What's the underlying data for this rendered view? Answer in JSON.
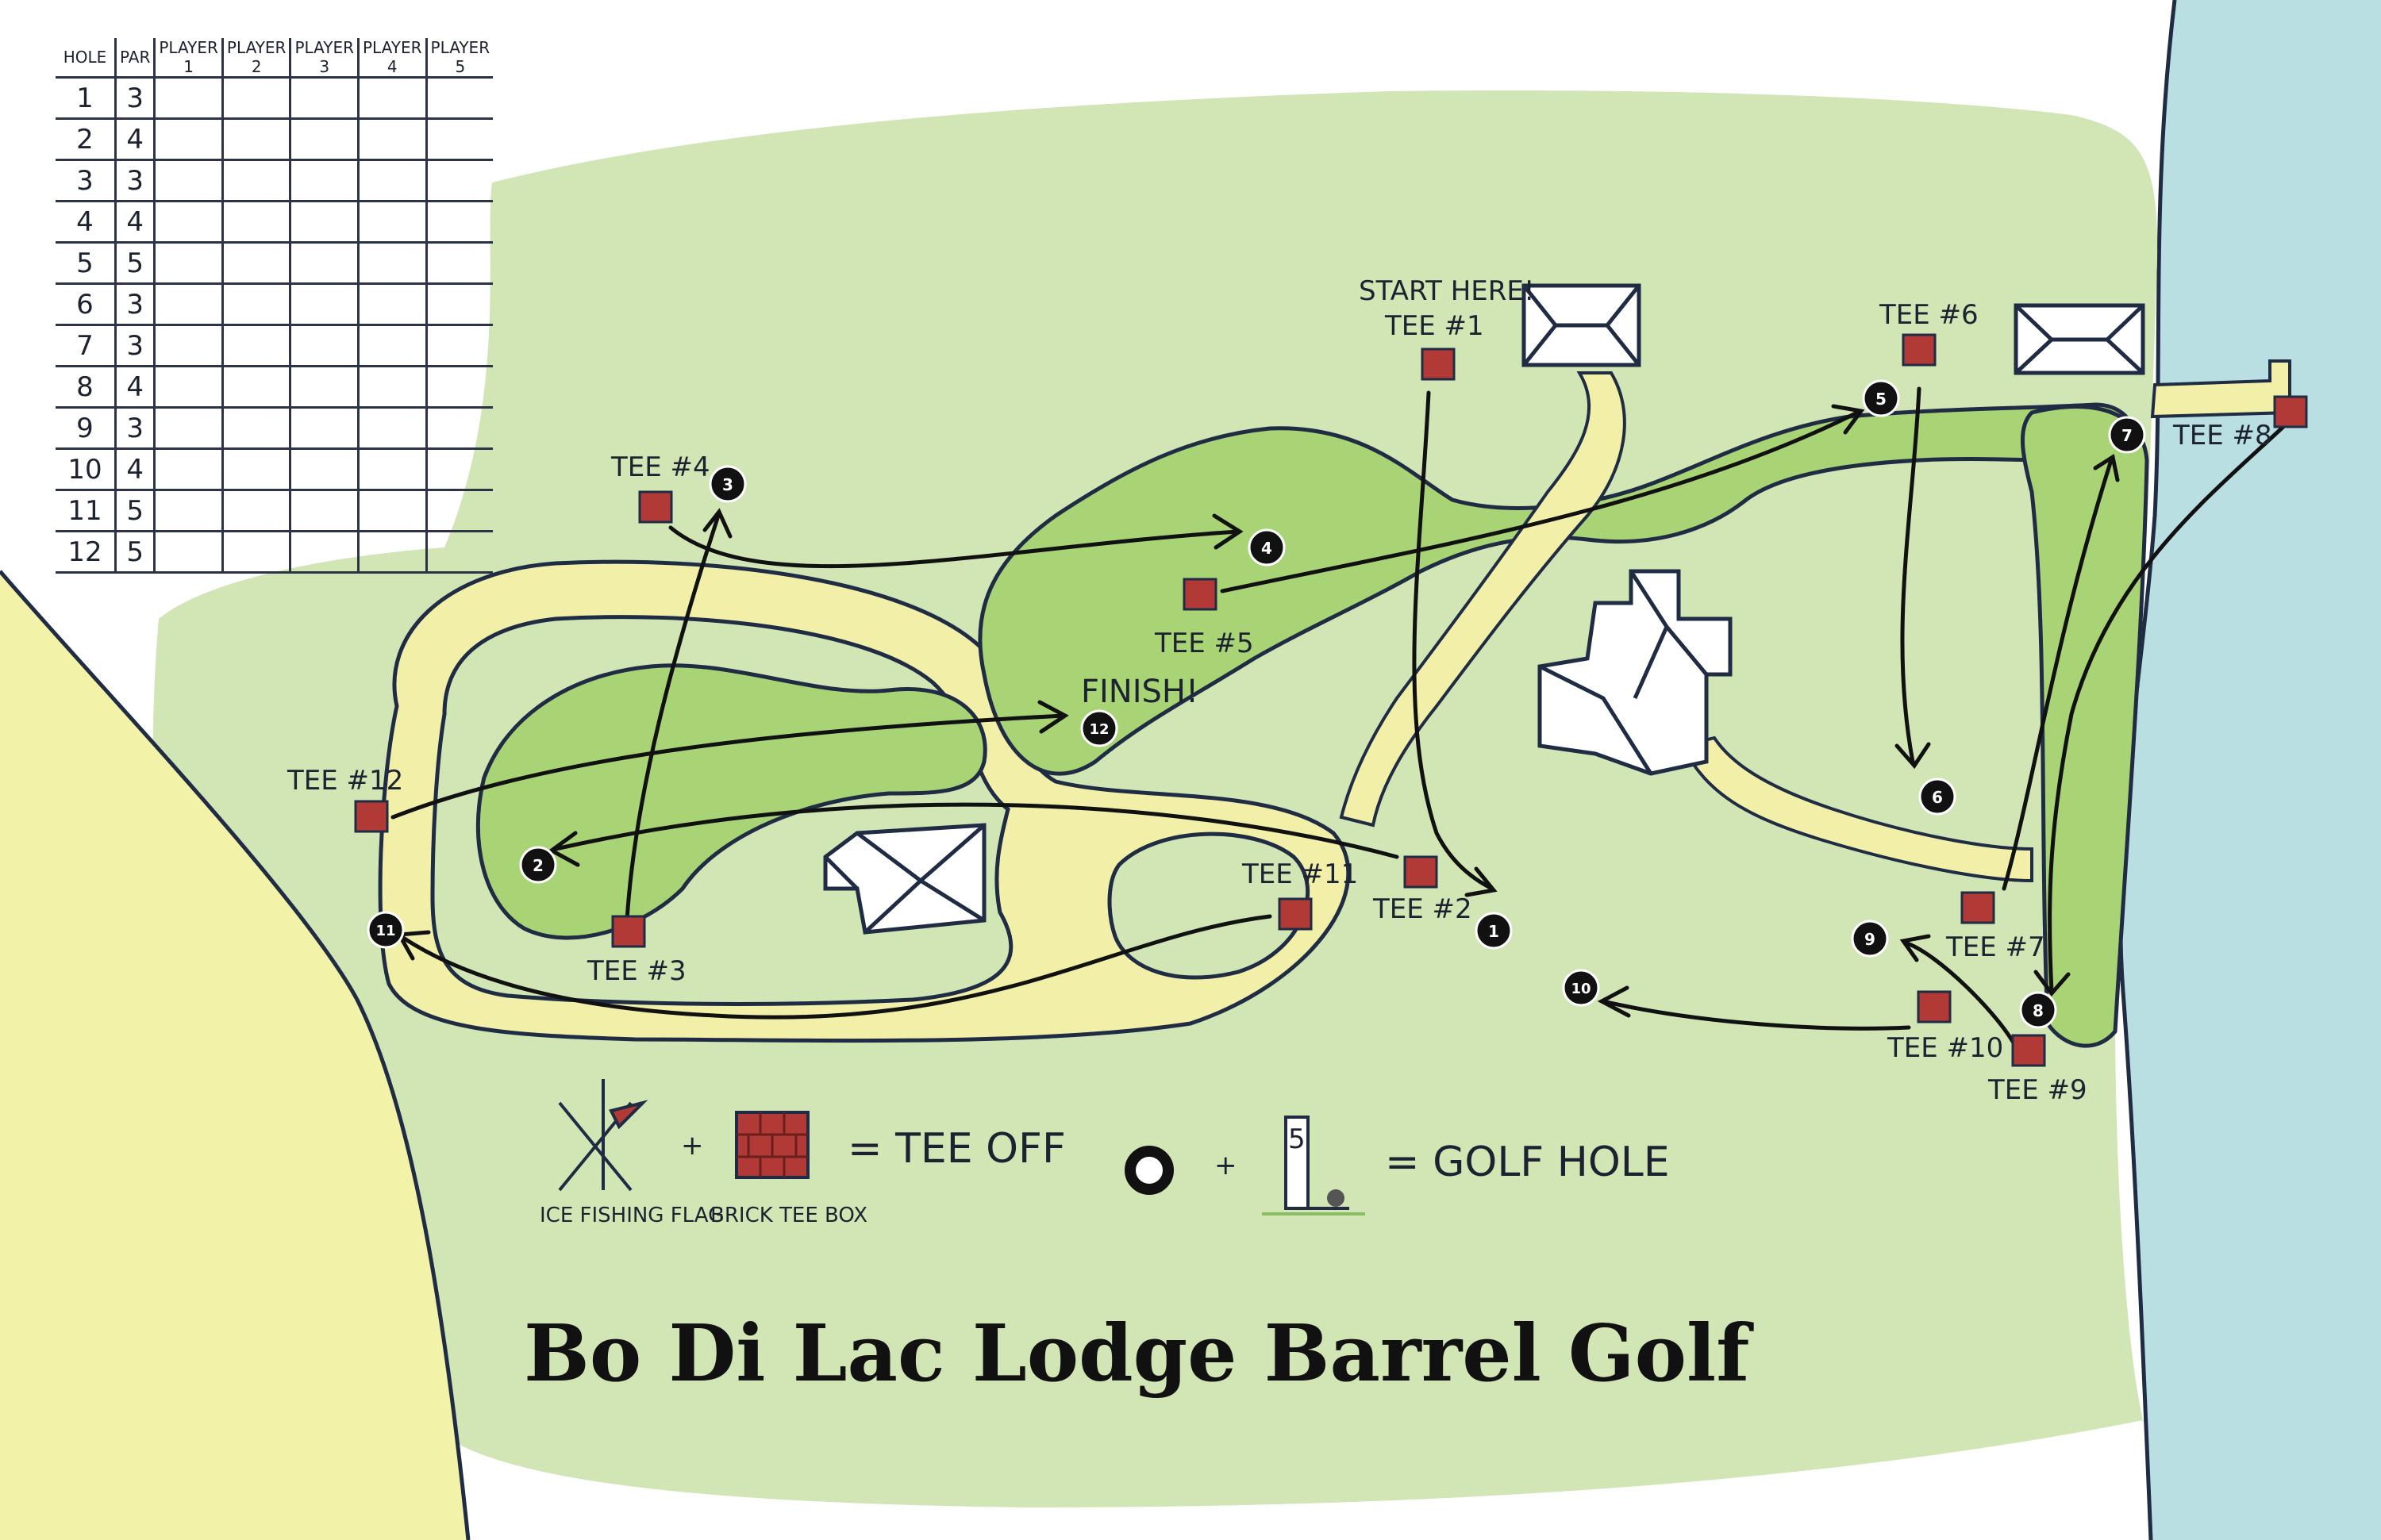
{
  "title": "Bo Di Lac Lodge Barrel Golf",
  "colors": {
    "grass": "#d2e5b4",
    "fairway": "#a8d475",
    "path": "#f2f0a8",
    "water": "#b9dfe2",
    "brick": "#b23a36",
    "ink": "#1f2c44"
  },
  "scorecard": {
    "headers": [
      "HOLE",
      "PAR",
      "PLAYER 1",
      "PLAYER 2",
      "PLAYER 3",
      "PLAYER 4",
      "PLAYER 5"
    ],
    "rows": [
      {
        "hole": "1",
        "par": "3"
      },
      {
        "hole": "2",
        "par": "4"
      },
      {
        "hole": "3",
        "par": "3"
      },
      {
        "hole": "4",
        "par": "4"
      },
      {
        "hole": "5",
        "par": "5"
      },
      {
        "hole": "6",
        "par": "3"
      },
      {
        "hole": "7",
        "par": "3"
      },
      {
        "hole": "8",
        "par": "4"
      },
      {
        "hole": "9",
        "par": "3"
      },
      {
        "hole": "10",
        "par": "4"
      },
      {
        "hole": "11",
        "par": "5"
      },
      {
        "hole": "12",
        "par": "5"
      }
    ]
  },
  "labels": {
    "start": "START HERE!",
    "finish": "FINISH!",
    "tee1": "TEE #1",
    "tee2": "TEE #2",
    "tee3": "TEE #3",
    "tee4": "TEE #4",
    "tee5": "TEE #5",
    "tee6": "TEE #6",
    "tee7": "TEE #7",
    "tee8": "TEE #8",
    "tee9": "TEE #9",
    "tee10": "TEE #10",
    "tee11": "TEE #11",
    "tee12": "TEE #12"
  },
  "holes": [
    "1",
    "2",
    "3",
    "4",
    "5",
    "6",
    "7",
    "8",
    "9",
    "10",
    "11",
    "12"
  ],
  "legend": {
    "flag_caption": "ICE FISHING FLAG",
    "brick_caption": "BRICK TEE BOX",
    "tee_result": "= TEE OFF",
    "sign_number": "5",
    "hole_result": "= GOLF HOLE",
    "plus": "+"
  },
  "icons": [
    "ice-fishing-flag-icon",
    "brick-tee-box-icon",
    "golf-hole-icon",
    "hole-sign-icon",
    "lodge-building-icon"
  ]
}
